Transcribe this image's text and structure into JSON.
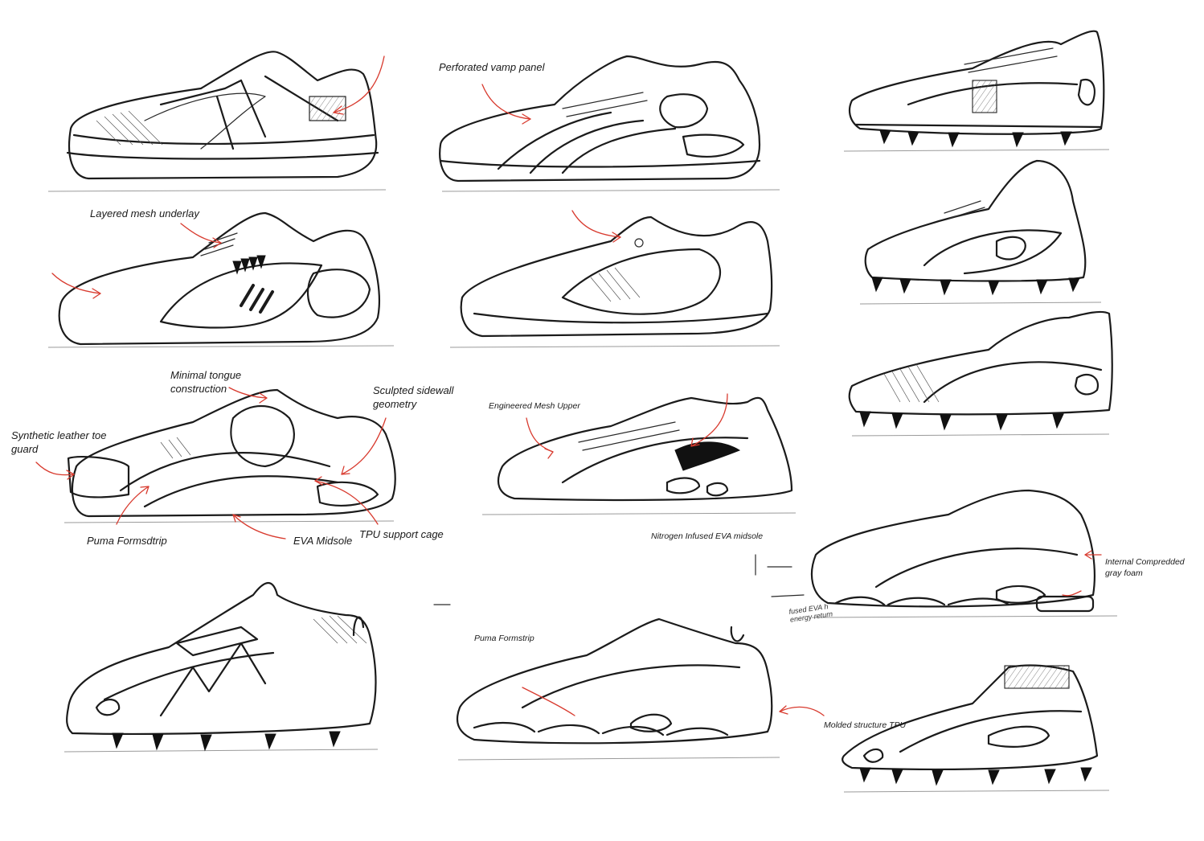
{
  "colors": {
    "paper": "#ffffff",
    "ink": "#1b1b1b",
    "accent_arrow": "#d83a2e"
  },
  "annotations": {
    "perforated_vamp_panel": "Perforated vamp panel",
    "layered_mesh_underlay": "Layered mesh underlay",
    "minimal_tongue": "Minimal tongue construction",
    "sculpted_sidewall": "Sculpted sidewall geometry",
    "synthetic_leather_toe": "Synthetic leather toe guard",
    "puma_formsdtrip": "Puma Formsdtrip",
    "eva_midsole": "EVA Midsole",
    "tpu_support_cage": "TPU support cage",
    "engineered_mesh_upper": "Engineered Mesh Upper",
    "nitrogen_eva_midsole": "Nitrogen Infused EVA midsole",
    "internal_compressed_foam": "Internal Compredded gray foam",
    "fused_eva_note": "fused EVA h energy return",
    "puma_formstrip": "Puma Formstrip",
    "molded_structure_tpu": "Molded structure TPU"
  }
}
